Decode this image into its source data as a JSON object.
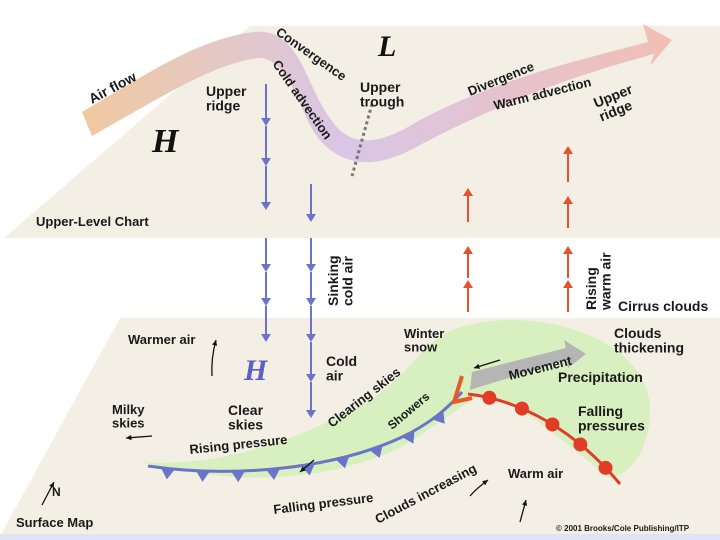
{
  "colors": {
    "panel": "#f3efe4",
    "airflow_start": "#f0c9a0",
    "airflow_mid": "#d9c6e6",
    "airflow_end": "#f2bfb4",
    "sinking_arrow": "#6a74c8",
    "rising_arrow": "#e8502e",
    "green_zone": "#d8efc0",
    "cold_front": "#6a74c8",
    "warm_front": "#e23b26",
    "low_symbol": "#e85a2a",
    "high_symbol_surface": "#5a62c4",
    "movement_arrow": "#b5b5b5",
    "bottom_band": "#dde4f3"
  },
  "upper": {
    "air_flow": "Air flow",
    "convergence": "Convergence",
    "cold_advection": "Cold advection",
    "upper_trough": "Upper\ntrough",
    "divergence": "Divergence",
    "warm_advection": "Warm advection",
    "upper_ridge_left": "Upper\nridge",
    "upper_ridge_right": "Upper\nridge",
    "high": "H",
    "low": "L",
    "chart_title": "Upper-Level Chart"
  },
  "middle": {
    "sinking_cold_air": "Sinking\ncold air",
    "rising_warm_air": "Rising\nwarm air"
  },
  "surface": {
    "cirrus_clouds": "Cirrus clouds",
    "clouds_thickening": "Clouds\nthickening",
    "winter_snow": "Winter\nsnow",
    "warmer_air": "Warmer air",
    "high": "H",
    "cold_air": "Cold\nair",
    "movement": "Movement",
    "precipitation": "Precipitation",
    "milky_skies": "Milky\nskies",
    "clear_skies": "Clear\nskies",
    "clearing_skies": "Clearing skies",
    "showers": "Showers",
    "low": "L",
    "falling_pressures": "Falling\npressures",
    "rising_pressure": "Rising pressure",
    "falling_pressure": "Falling pressure",
    "clouds_increasing": "Clouds increasing",
    "warm_air": "Warm air",
    "north": "N",
    "map_title": "Surface Map",
    "credit": "© 2001 Brooks/Cole Publishing/ITP"
  }
}
